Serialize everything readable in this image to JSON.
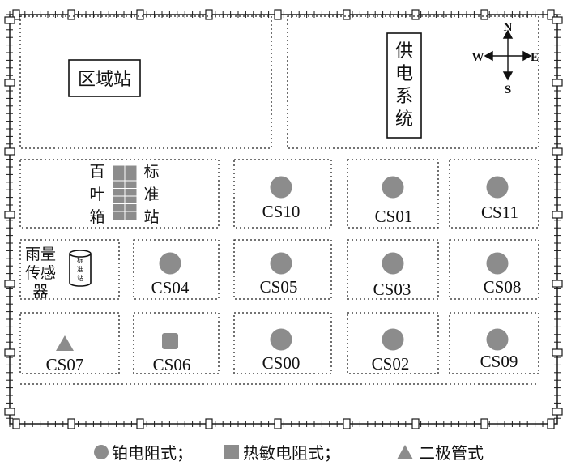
{
  "areas": {
    "regional_station": "区域站",
    "power_supply": [
      "供",
      "电",
      "系",
      "统"
    ],
    "standard_station_left": [
      "百",
      "叶",
      "箱"
    ],
    "standard_station_right": [
      "标",
      "准",
      "站"
    ],
    "rain_gauge": [
      "雨量",
      "传感",
      "器"
    ],
    "rain_gauge_icon_text": [
      "标",
      "准",
      "站"
    ]
  },
  "compass": {
    "north": "N",
    "south": "S",
    "east": "E",
    "west": "W"
  },
  "sensors": [
    {
      "id": "CS10",
      "type": "platinum"
    },
    {
      "id": "CS01",
      "type": "platinum"
    },
    {
      "id": "CS11",
      "type": "platinum"
    },
    {
      "id": "CS04",
      "type": "platinum"
    },
    {
      "id": "CS05",
      "type": "platinum"
    },
    {
      "id": "CS03",
      "type": "platinum"
    },
    {
      "id": "CS08",
      "type": "platinum"
    },
    {
      "id": "CS07",
      "type": "diode"
    },
    {
      "id": "CS06",
      "type": "thermistor"
    },
    {
      "id": "CS00",
      "type": "platinum"
    },
    {
      "id": "CS02",
      "type": "platinum"
    },
    {
      "id": "CS09",
      "type": "platinum"
    }
  ],
  "legend": {
    "platinum": "铂电阻式；",
    "thermistor": "热敏电阻式；",
    "diode": "二极管式"
  },
  "colors": {
    "marker": "#8c8c8c",
    "line": "#1a1a1a"
  }
}
